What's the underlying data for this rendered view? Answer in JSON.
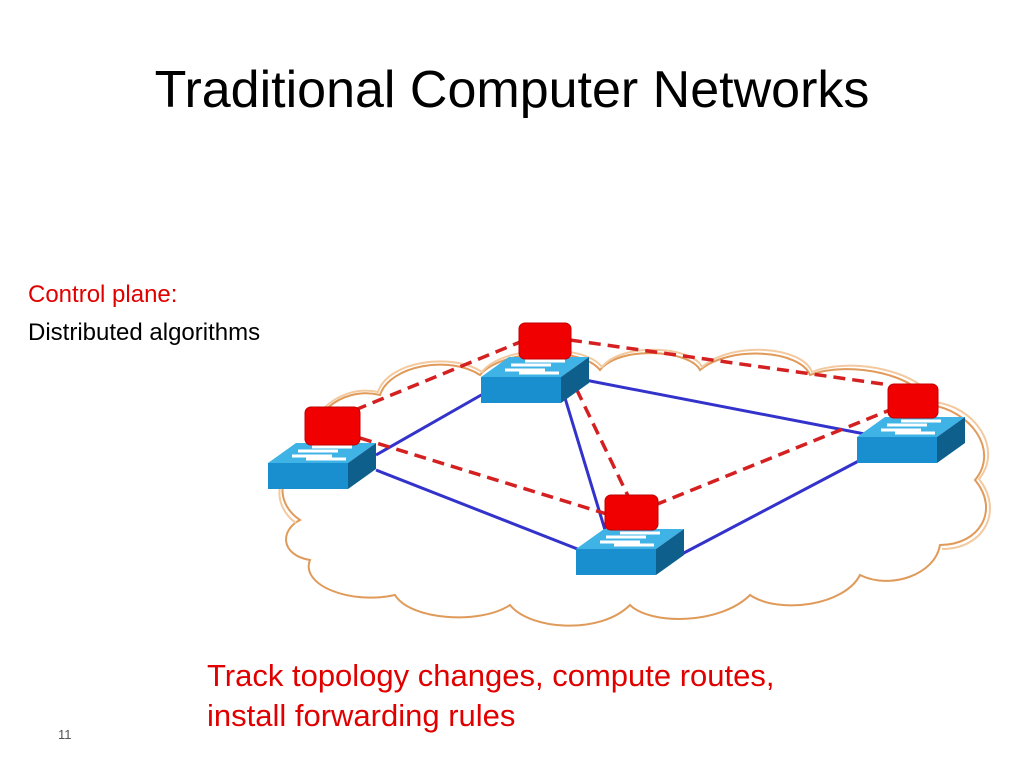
{
  "slide": {
    "title": "Traditional Computer Networks",
    "number": "11"
  },
  "control_plane": {
    "heading": "Control plane:",
    "description": "Distributed algorithms"
  },
  "caption": {
    "line1": "Track topology changes, compute routes,",
    "line2": "install forwarding rules"
  },
  "diagram": {
    "switches": [
      "switch-left",
      "switch-top",
      "switch-right",
      "switch-bottom"
    ],
    "controllers": [
      "controller-left",
      "controller-top",
      "controller-right",
      "controller-bottom"
    ],
    "links": [
      [
        "switch-left",
        "switch-top"
      ],
      [
        "switch-left",
        "switch-bottom"
      ],
      [
        "switch-top",
        "switch-right"
      ],
      [
        "switch-top",
        "switch-bottom"
      ],
      [
        "switch-bottom",
        "switch-right"
      ]
    ],
    "control_links": [
      [
        "controller-left",
        "controller-top"
      ],
      [
        "controller-top",
        "controller-right"
      ],
      [
        "controller-left",
        "controller-bottom"
      ],
      [
        "controller-top",
        "controller-bottom"
      ],
      [
        "controller-bottom",
        "controller-right"
      ]
    ],
    "colors": {
      "controller": "#f00000",
      "switch_top": "#3fb3e6",
      "switch_front": "#1a8fcf",
      "switch_side": "#0e5f8c",
      "data_link": "#3333cc",
      "control_link": "#d42020",
      "cloud_stroke": "#e09a5a"
    },
    "icons": {
      "controller": "red-rounded-rectangle",
      "switch": "network-switch-icon",
      "cloud": "network-cloud"
    }
  }
}
